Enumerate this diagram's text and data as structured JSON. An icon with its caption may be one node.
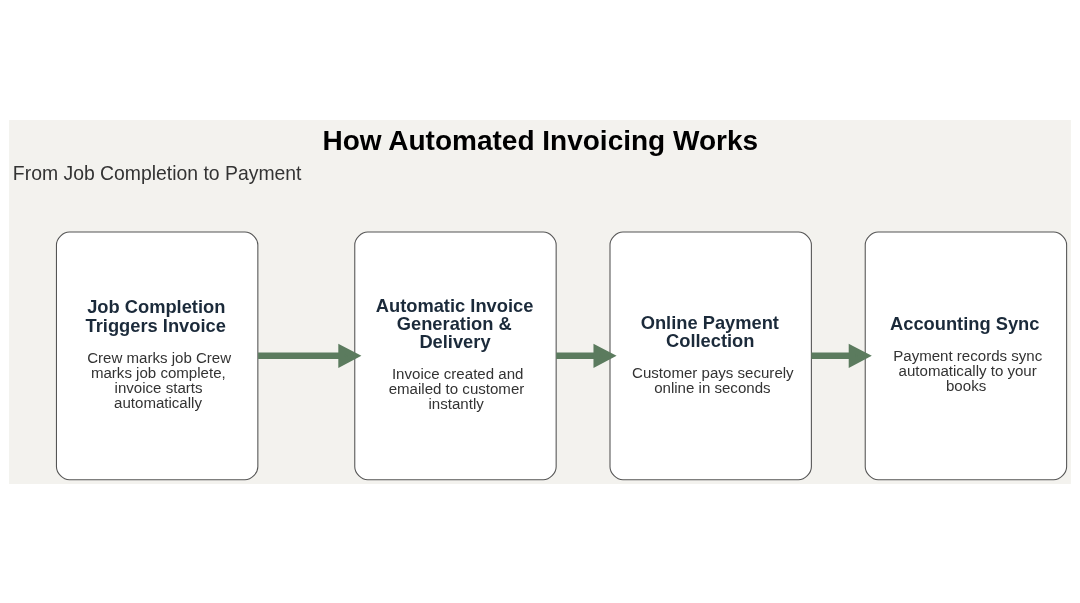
{
  "diagram": {
    "title": "How Automated Invoicing Works",
    "nodes": [
      {
        "text": [
          "Job Completion Triggers Invoice",
          "Crew marks job Crew marks job complete, invoice starts automatically"
        ]
      },
      {
        "text": [
          "Automatic Invoice Generation & Delivery",
          "Invoice created and emailed to customer instantly"
        ]
      },
      {
        "text": [
          "Online Payment Collection",
          "Customer pays securely online in seconds"
        ]
      },
      {
        "text": [
          "Accounting Sync",
          "Payment records sync automatically to your books"
        ]
      }
    ],
    "edges": [
      {
        "from": 0,
        "to": 1,
        "arrow": "to"
      },
      {
        "from": 1,
        "to": 2,
        "arrow": "to"
      },
      {
        "from": 2,
        "to": 3,
        "arrow": "to"
      }
    ],
    "labels": [
      "From Job Completion to Payment"
    ]
  }
}
